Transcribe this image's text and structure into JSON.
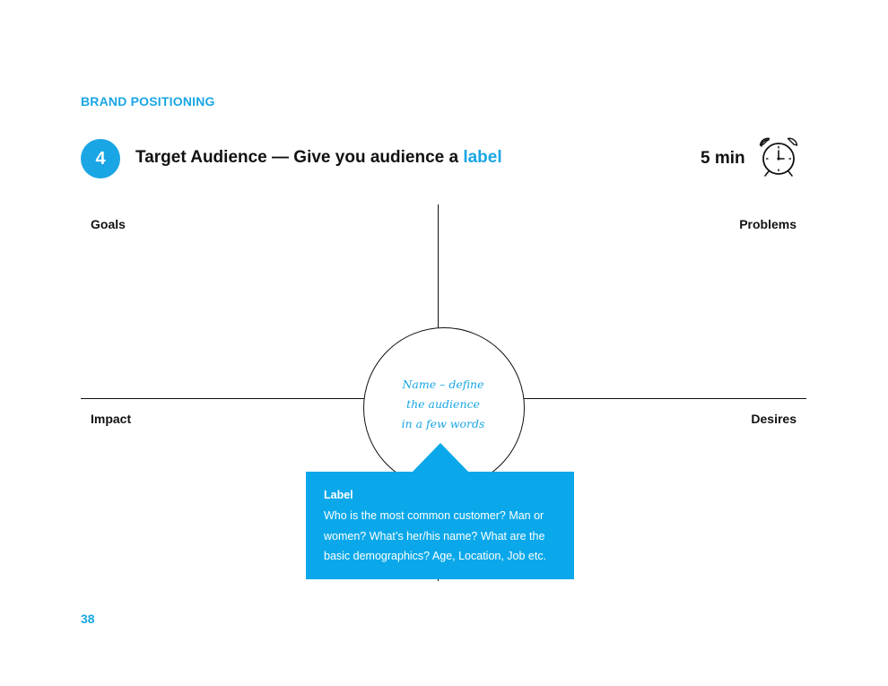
{
  "header": {
    "section_label": "BRAND POSITIONING",
    "step_number": "4",
    "title_main": "Target Audience — Give you audience a ",
    "title_accent": "label",
    "duration": "5 min",
    "clock_icon": "alarm-clock-icon"
  },
  "quadrants": {
    "top_left": "Goals",
    "top_right": "Problems",
    "bottom_left": "Impact",
    "bottom_right": "Desires"
  },
  "center": {
    "lines": [
      "Name – define",
      "the audience",
      "in a few words"
    ]
  },
  "callout": {
    "title": "Label",
    "lines": [
      "Who is the most common customer? Man or",
      "women? What’s her/his name? What are the",
      "basic demographics? Age, Location, Job etc."
    ]
  },
  "footer": {
    "page_number": "38"
  },
  "colors": {
    "accent": "#1aa6e4",
    "callout_background": "#0aa8ea",
    "text": "#111111"
  }
}
